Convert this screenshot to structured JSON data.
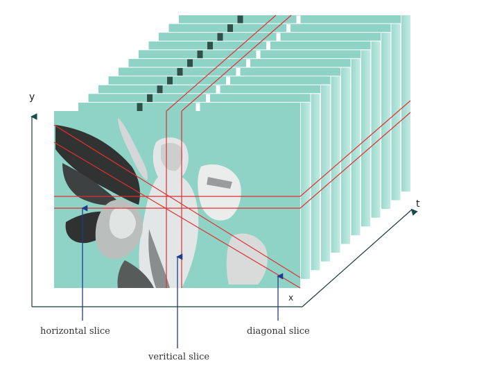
{
  "diagram": {
    "axes": {
      "y_label": "y",
      "x_label": "x",
      "t_label": "t"
    },
    "slices": {
      "horizontal": "horizontal slice",
      "vertical": "veritical slice",
      "diagonal": "diagonal slice"
    },
    "colors": {
      "frame_face": "#8ed3c6",
      "frame_edge": "#6fb8ab",
      "frame_side": "#a7ddd3",
      "slice_line": "#e0302e",
      "callout_arrow": "#1f3c8a",
      "axis": "#1a3a3a"
    }
  }
}
